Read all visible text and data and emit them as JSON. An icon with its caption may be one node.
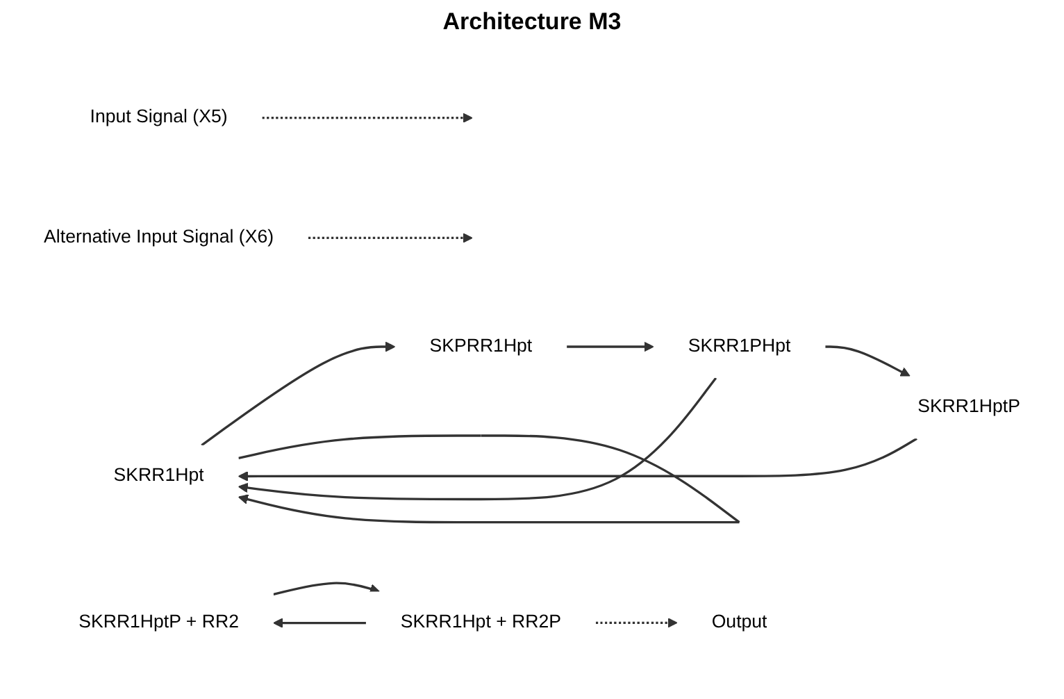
{
  "diagram": {
    "title": "Architecture M3",
    "nodes": [
      {
        "text": [
          "Input Signal (X5)"
        ]
      },
      {
        "text": [
          "SKRR1Hpt"
        ]
      },
      {
        "text": [
          "SKPRR1Hpt"
        ]
      },
      {
        "text": [
          "SKRR1PHpt"
        ]
      },
      {
        "text": [
          "SKRR1HptP"
        ]
      },
      {
        "text": [
          "SKRR1HptP + RR2"
        ]
      },
      {
        "text": [
          "SKRR1Hpt + RR2P"
        ]
      },
      {
        "text": [
          "Alternative Input Signal (X6)"
        ]
      },
      {
        "text": [
          "Output"
        ]
      }
    ],
    "edges": [
      {
        "from": 0,
        "to": null,
        "arrow": "to",
        "style": "dashed"
      },
      {
        "from": 1,
        "to": 2,
        "arrow": "to"
      },
      {
        "from": 2,
        "to": 3,
        "arrow": "to"
      },
      {
        "from": 3,
        "to": 4,
        "arrow": "to"
      },
      {
        "from": 3,
        "to": 1,
        "arrow": "to"
      },
      {
        "from": 4,
        "to": 1,
        "arrow": "to"
      },
      {
        "from": 1,
        "to": 1,
        "arrow": "to"
      },
      {
        "from": 7,
        "to": null,
        "arrow": "to",
        "style": "dashed"
      },
      {
        "from": 5,
        "to": 6,
        "arrow": "to"
      },
      {
        "from": 6,
        "to": 5,
        "arrow": "to"
      },
      {
        "from": 6,
        "to": 8,
        "arrow": "to",
        "style": "dashed"
      }
    ]
  }
}
